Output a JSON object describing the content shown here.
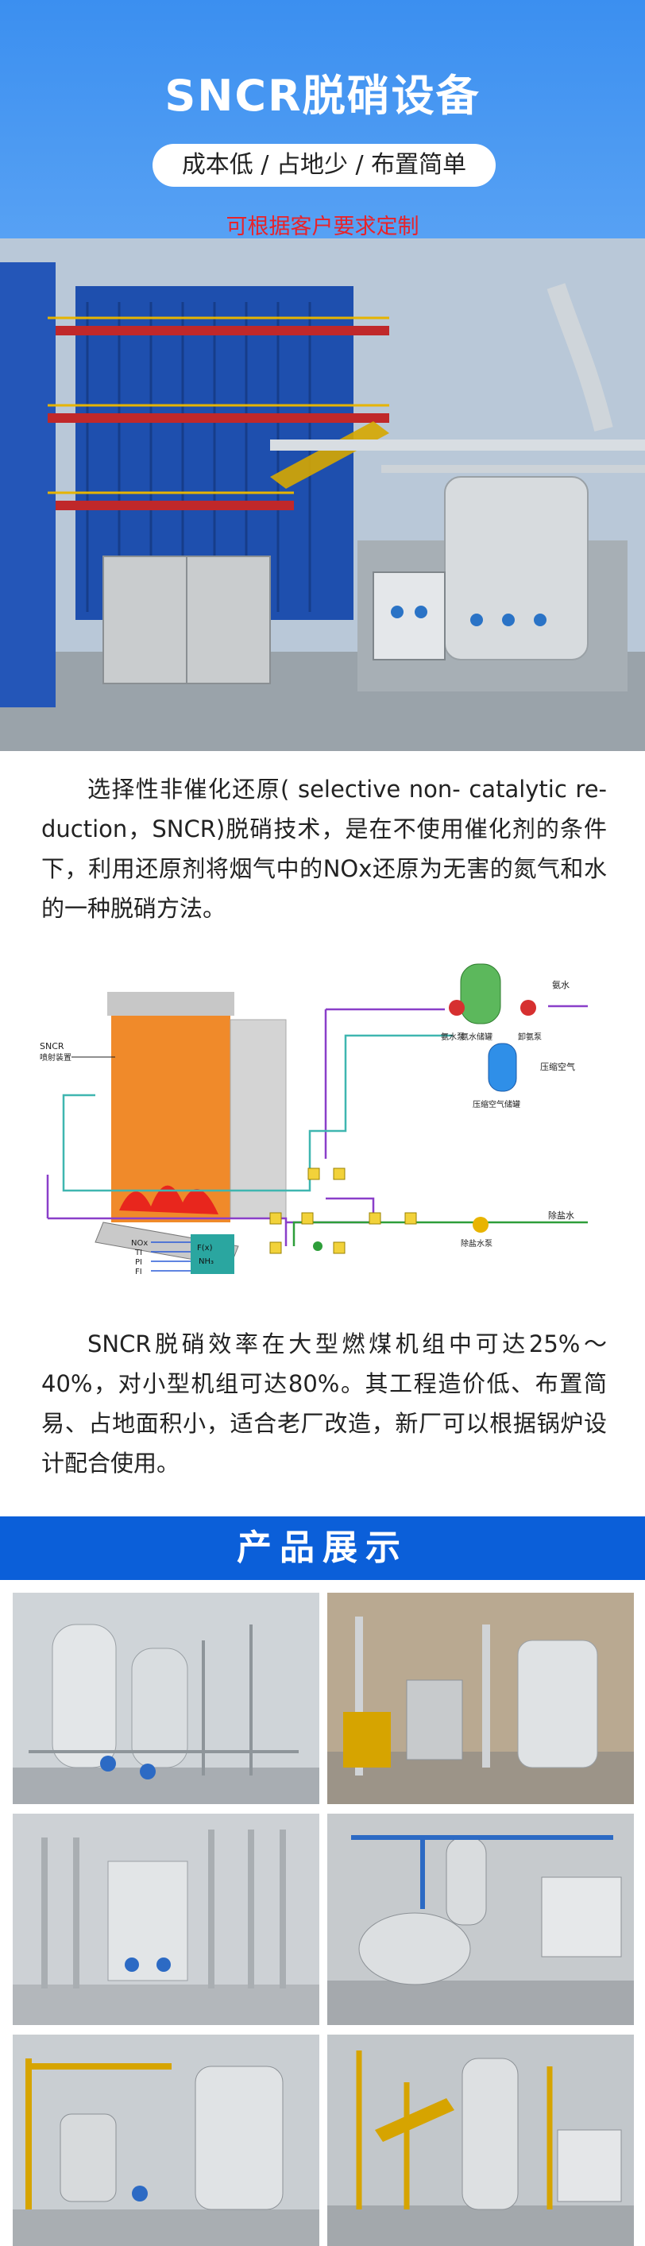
{
  "hero": {
    "title": "SNCR脱硝设备",
    "tagline": "成本低 / 占地少 / 布置简单",
    "note": "可根据客户要求定制"
  },
  "intro": "选择性非催化还原( selective non- catalytic re-duction，SNCR)脱硝技术，是在不使用催化剂的条件下，利用还原剂将烟气中的NOx还原为无害的氮气和水的一种脱硝方法。",
  "diagram": {
    "labels": {
      "sncr_device_1": "SNCR",
      "sncr_device_2": "喷射装置",
      "ammonia_water": "氨水",
      "ammonia_tank": "氨水储罐",
      "unload_pump": "卸氨泵",
      "ammonia_pump": "氨水泵",
      "compressed_air": "压缩空气",
      "air_tank": "压缩空气储罐",
      "demin_water": "除盐水",
      "demin_pump": "除盐水泵",
      "nox": "NOx",
      "ti": "TI",
      "pi": "PI",
      "fi": "FI",
      "f_x": "F(x)",
      "nh3": "NH₃"
    },
    "colors": {
      "ammonia": "#8a3fc9",
      "air": "#3fb6b0",
      "water": "#2e9e3a",
      "blue": "#2a5bd7"
    }
  },
  "efficiency": "SNCR脱硝效率在大型燃煤机组中可达25%～40%，对小型机组可达80%。其工程造价低、布置简易、占地面积小，适合老厂改造，新厂可以根据锅炉设计配合使用。",
  "products": {
    "title": "产品展示"
  }
}
